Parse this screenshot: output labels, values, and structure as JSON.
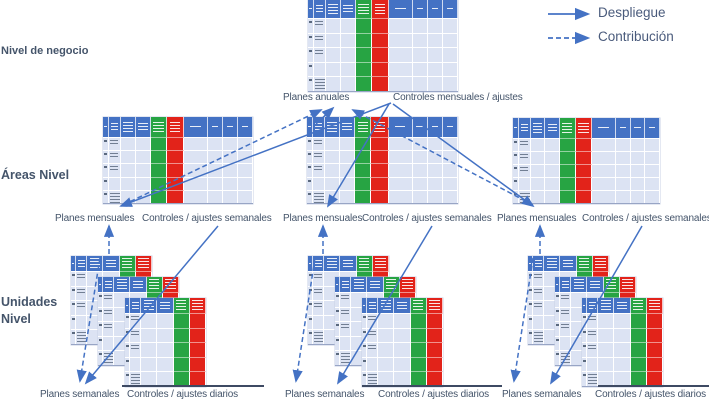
{
  "legend": {
    "despliegue": "Despliegue",
    "contribucion": "Contribución"
  },
  "levels": {
    "business": "Nivel de negocio",
    "areas": "Áreas Nivel",
    "units": "Unidades Nivel"
  },
  "flow_labels": {
    "planes_anuales": "Planes anuales",
    "controles_mensuales_ajustes": "Controles mensuales / ajustes",
    "planes_mensuales": "Planes mensuales",
    "controles_ajustes_semanales": "Controles / ajustes semanales",
    "planes_semanales": "Planes semanales",
    "controles_ajustes_diarios": "Controles / ajustes diarios"
  },
  "boards": {
    "business_boards": 1,
    "area_boards": 3,
    "unit_stacks": 3,
    "boards_per_unit_stack": 3
  },
  "colors": {
    "header_blue": "#4472C4",
    "column_green": "#27A443",
    "column_red": "#E2231A",
    "body_lavender": "#DCE3F3",
    "arrow_blue": "#4472C4",
    "text_navy": "#44546A"
  }
}
